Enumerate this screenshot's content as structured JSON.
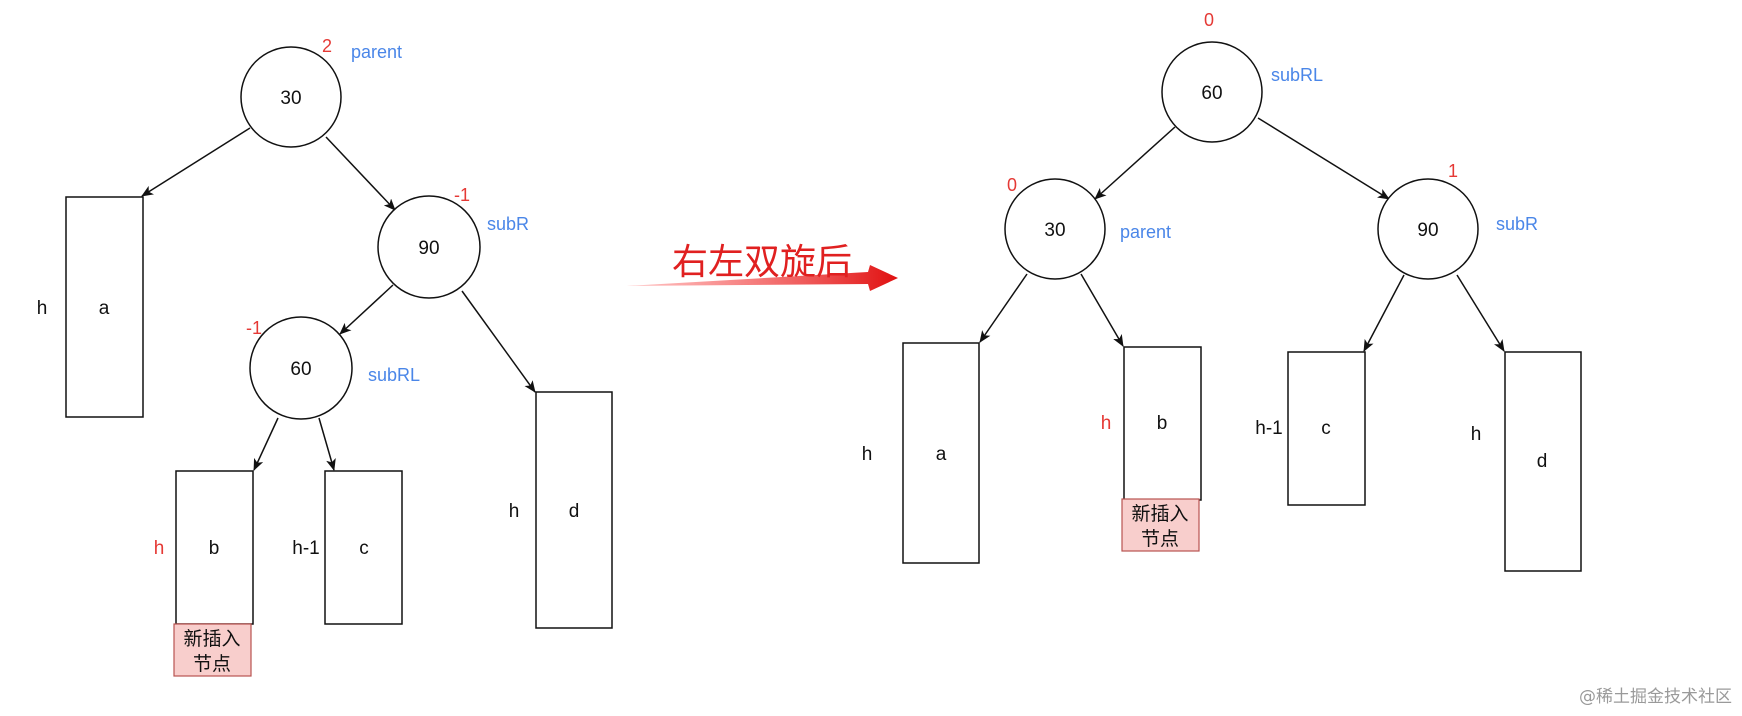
{
  "caption": "右左双旋后",
  "watermark": "@稀土掘金技术社区",
  "colors": {
    "balance_factor": "#e53935",
    "role_label": "#4a86e8",
    "new_node_fill": "#f8cecc",
    "new_node_border": "#b85450",
    "arrow": "#e02020"
  },
  "before": {
    "nodes": {
      "n30": {
        "value": "30",
        "bf": "2",
        "role": "parent"
      },
      "n90": {
        "value": "90",
        "bf": "-1",
        "role": "subR"
      },
      "n60": {
        "value": "60",
        "bf": "-1",
        "role": "subRL"
      }
    },
    "subtrees": {
      "a": {
        "name": "a",
        "height": "h"
      },
      "b": {
        "name": "b",
        "height": "h"
      },
      "c": {
        "name": "c",
        "height": "h-1"
      },
      "d": {
        "name": "d",
        "height": "h"
      }
    },
    "new_node": {
      "line1": "新插入",
      "line2": "节点"
    }
  },
  "after": {
    "nodes": {
      "n60": {
        "value": "60",
        "bf": "0",
        "role": "subRL"
      },
      "n30": {
        "value": "30",
        "bf": "0",
        "role": "parent"
      },
      "n90": {
        "value": "90",
        "bf": "1",
        "role": "subR"
      }
    },
    "subtrees": {
      "a": {
        "name": "a",
        "height": "h"
      },
      "b": {
        "name": "b",
        "height": "h"
      },
      "c": {
        "name": "c",
        "height": "h-1"
      },
      "d": {
        "name": "d",
        "height": "h"
      }
    },
    "new_node": {
      "line1": "新插入",
      "line2": "节点"
    }
  }
}
